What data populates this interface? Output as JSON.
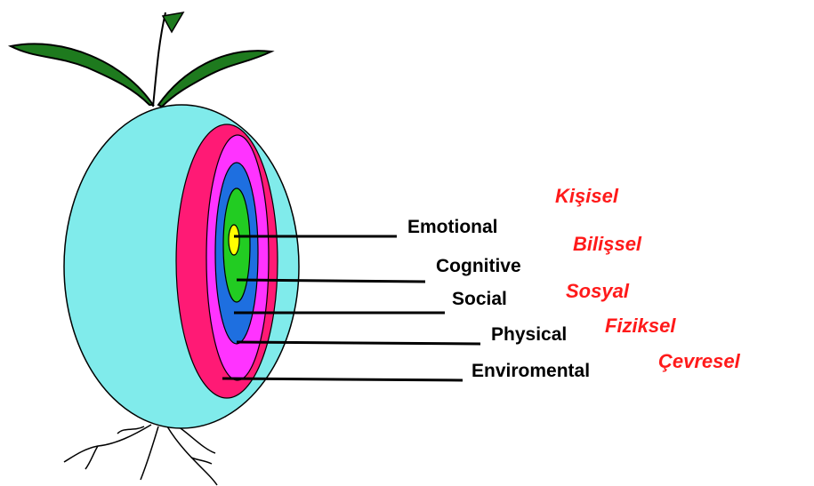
{
  "layers": [
    {
      "english": "Emotional",
      "turkish": "Kişisel",
      "color": "#ffff00"
    },
    {
      "english": "Cognitive",
      "turkish": "Bilişsel",
      "color": "#22cc22"
    },
    {
      "english": "Social",
      "turkish": "Sosyal",
      "color": "#1e6fe0"
    },
    {
      "english": "Physical",
      "turkish": "Fiziksel",
      "color": "#ff33ff"
    },
    {
      "english": "Enviromental",
      "turkish": "Çevresel",
      "color": "#ff1a75"
    }
  ],
  "colors": {
    "outer_body": "#80ebeb",
    "leaves": "#1e7a1e",
    "english_text": "#000000",
    "turkish_text": "#ff1a1a"
  }
}
